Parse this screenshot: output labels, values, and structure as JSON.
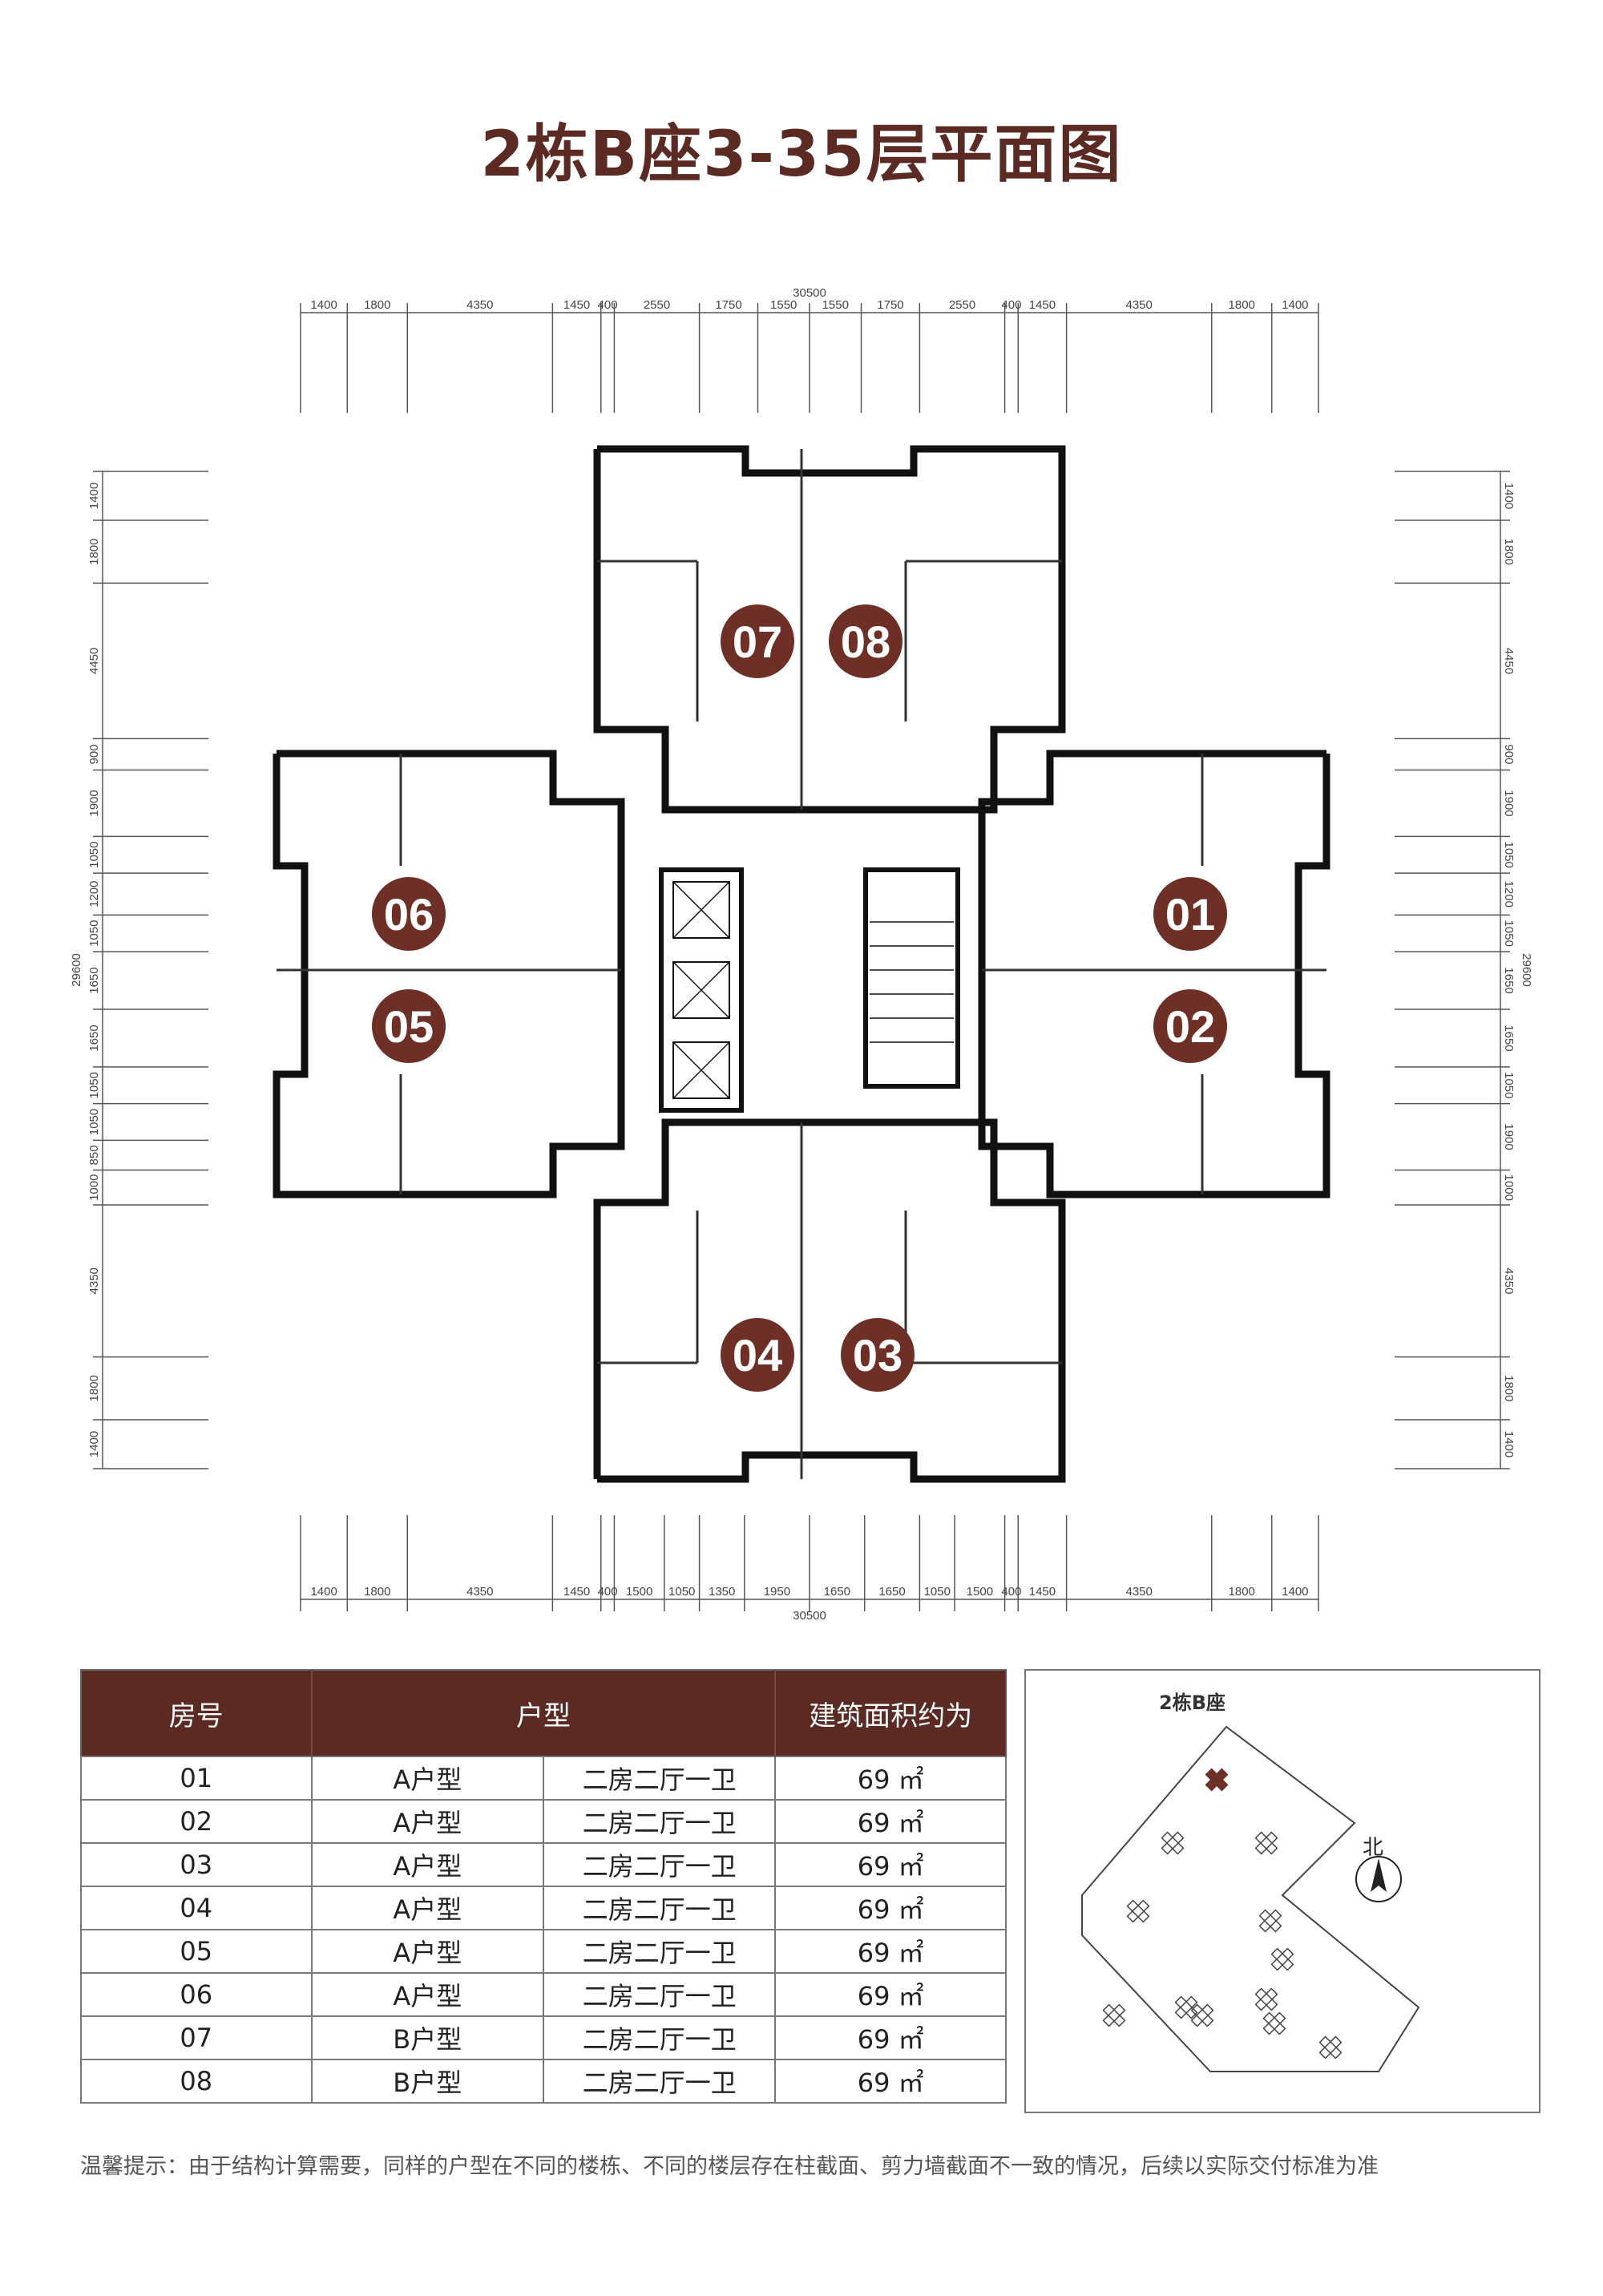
{
  "title": "2栋B座3-35层平面图",
  "dimensions": {
    "overall_width": "30500",
    "top_segments": [
      "1400",
      "1800",
      "4350",
      "1450",
      "400",
      "2550",
      "1750",
      "1550",
      "1550",
      "1750",
      "2550",
      "400",
      "1450",
      "4350",
      "1800",
      "1400"
    ],
    "bottom_segments": [
      "1400",
      "1800",
      "4350",
      "1450",
      "400",
      "1500",
      "1050",
      "1350",
      "1950",
      "1650",
      "1650",
      "1050",
      "1500",
      "400",
      "1450",
      "4350",
      "1800",
      "1400"
    ],
    "overall_depth": "29600",
    "left_segments": [
      "1400",
      "1800",
      "4450",
      "900",
      "1900",
      "1050",
      "1200",
      "1050",
      "1650",
      "1650",
      "1050",
      "1050",
      "850",
      "1000",
      "4350",
      "1800",
      "1400"
    ],
    "right_segments": [
      "1400",
      "1800",
      "4450",
      "900",
      "1900",
      "1050",
      "1200",
      "1050",
      "1650",
      "1650",
      "1050",
      "1900",
      "1000",
      "4350",
      "1800",
      "1400"
    ]
  },
  "units": [
    {
      "label": "07",
      "color": "#6e2f26"
    },
    {
      "label": "08",
      "color": "#6e2f26"
    },
    {
      "label": "06",
      "color": "#6e2f26"
    },
    {
      "label": "05",
      "color": "#6e2f26"
    },
    {
      "label": "01",
      "color": "#6e2f26"
    },
    {
      "label": "02",
      "color": "#6e2f26"
    },
    {
      "label": "04",
      "color": "#6e2f26"
    },
    {
      "label": "03",
      "color": "#6e2f26"
    }
  ],
  "table": {
    "headers": [
      "房号",
      "户型",
      "建筑面积约为"
    ],
    "rows": [
      {
        "room": "01",
        "type": "A户型",
        "layout": "二房二厅一卫",
        "area": "69 ㎡"
      },
      {
        "room": "02",
        "type": "A户型",
        "layout": "二房二厅一卫",
        "area": "69 ㎡"
      },
      {
        "room": "03",
        "type": "A户型",
        "layout": "二房二厅一卫",
        "area": "69 ㎡"
      },
      {
        "room": "04",
        "type": "A户型",
        "layout": "二房二厅一卫",
        "area": "69 ㎡"
      },
      {
        "room": "05",
        "type": "A户型",
        "layout": "二房二厅一卫",
        "area": "69 ㎡"
      },
      {
        "room": "06",
        "type": "A户型",
        "layout": "二房二厅一卫",
        "area": "69 ㎡"
      },
      {
        "room": "07",
        "type": "B户型",
        "layout": "二房二厅一卫",
        "area": "69 ㎡"
      },
      {
        "room": "08",
        "type": "B户型",
        "layout": "二房二厅一卫",
        "area": "69 ㎡"
      }
    ]
  },
  "site_plan": {
    "building_label": "2栋B座",
    "north_label": "北",
    "highlight_color": "#6e2f26"
  },
  "note": "温馨提示：由于结构计算需要，同样的户型在不同的楼栋、不同的楼层存在柱截面、剪力墙截面不一致的情况，后续以实际交付标准为准",
  "colors": {
    "brand": "#5b2a22",
    "wall": "#111111",
    "line": "#555555"
  }
}
